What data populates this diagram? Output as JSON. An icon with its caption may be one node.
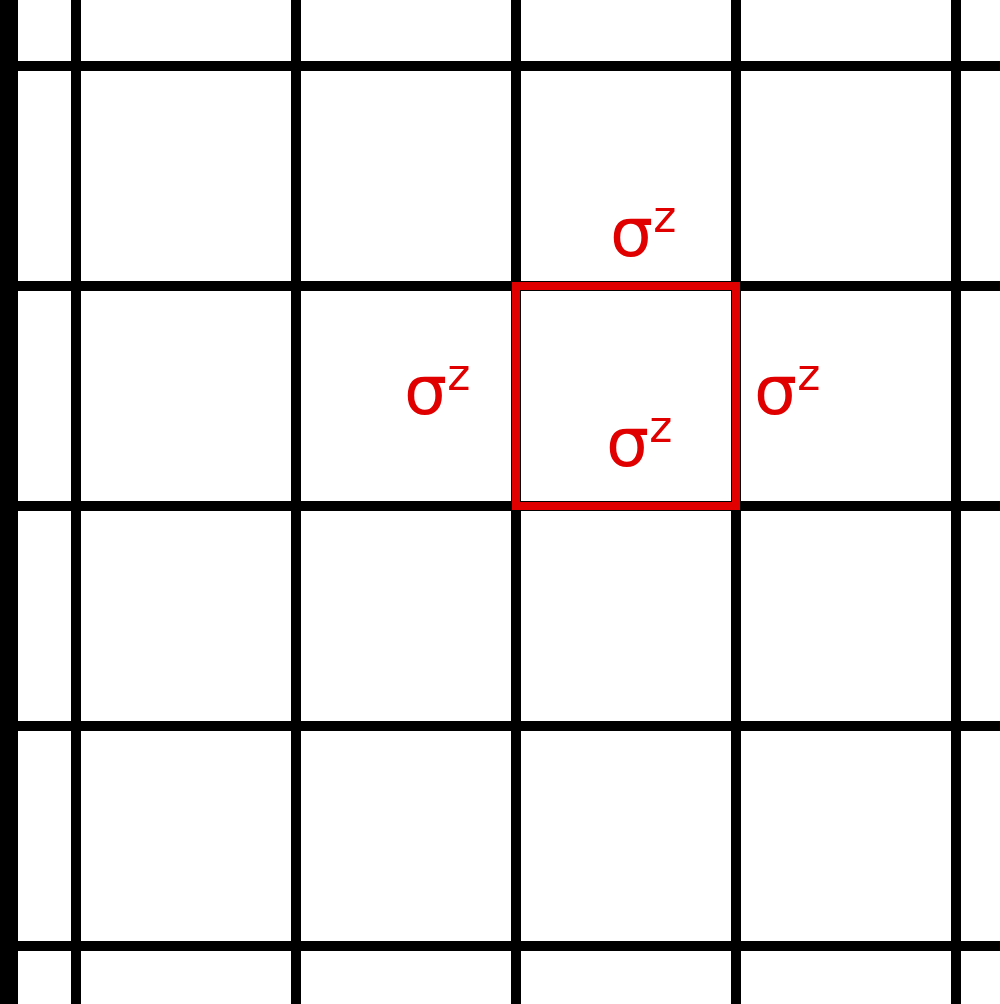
{
  "diagram": {
    "nodes": [
      {
        "text": [
          "σ$^{z}$"
        ],
        "beside": [
          "σ$^{z}$",
          "σ$^{z}$",
          "σ$^{z}$"
        ]
      }
    ]
  }
}
